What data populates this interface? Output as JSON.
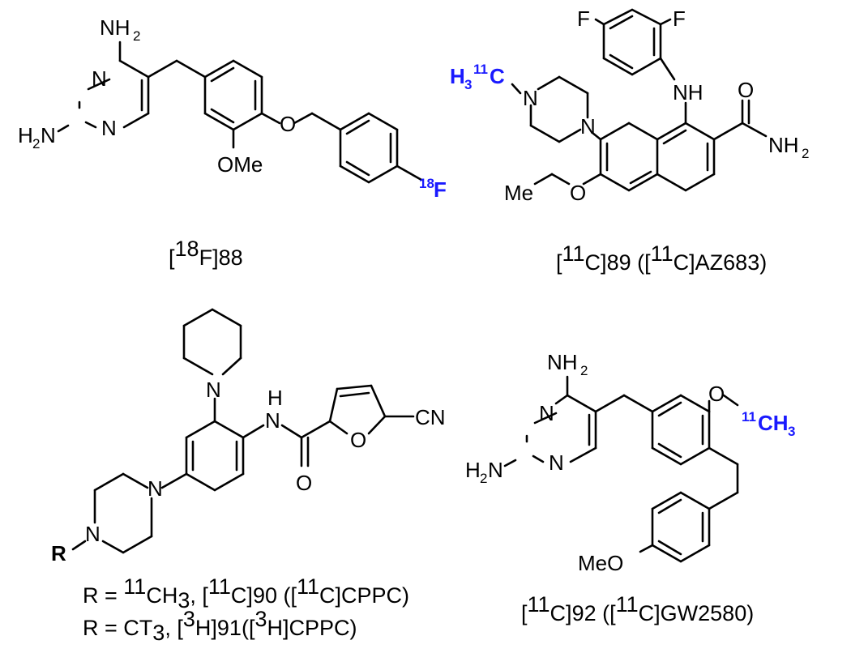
{
  "accent_color": "#1a1aff",
  "compounds": [
    {
      "caption": {
        "label": "88",
        "isotope": "18",
        "element": "F"
      },
      "atoms": {
        "amine_top": "NH",
        "amine_left_h": "H",
        "amine_left_n": "N",
        "amine_sub": "2",
        "n1": "N",
        "n2": "N",
        "o_ether": "O",
        "ome": "OMe",
        "f_label": "F",
        "f_isotope": "18"
      }
    },
    {
      "caption": {
        "label": "89",
        "isotope": "11",
        "element": "C",
        "alias": "AZ683"
      },
      "atoms": {
        "f1": "F",
        "f2": "F",
        "nh": "NH",
        "n_pip1": "N",
        "n_pip2": "N",
        "o_carbonyl": "O",
        "nh2": "NH",
        "nh2_sub": "2",
        "o_ether": "O",
        "et": "Me",
        "methyl_h": "H",
        "methyl_sub": "3",
        "methyl_iso": "11",
        "methyl_c": "C"
      }
    },
    {
      "captions": [
        {
          "r": "R =",
          "group": "CH",
          "group_sub": "3",
          "group_iso": "11",
          "isotope": "11",
          "element": "C",
          "label": "90",
          "alias": "CPPC"
        },
        {
          "r": "R =",
          "group": "CT",
          "group_sub": "3",
          "isotope": "3",
          "element": "H",
          "label": "91",
          "alias": "CPPC"
        }
      ],
      "atoms": {
        "n_piperidine": "N",
        "nh_h": "H",
        "nh_n": "N",
        "o_carbonyl": "O",
        "o_furan": "O",
        "cn": "CN",
        "n_pz1": "N",
        "n_pz2": "N",
        "r": "R"
      }
    },
    {
      "caption": {
        "label": "92",
        "isotope": "11",
        "element": "C",
        "alias": "GW2580"
      },
      "atoms": {
        "amine_top": "NH",
        "amine_sub": "2",
        "amine_left_h": "H",
        "amine_left_n": "N",
        "n1": "N",
        "n2": "N",
        "o_ether": "O",
        "ch3": "CH",
        "ch3_sub": "3",
        "ch3_iso": "11",
        "meo": "MeO"
      }
    }
  ]
}
